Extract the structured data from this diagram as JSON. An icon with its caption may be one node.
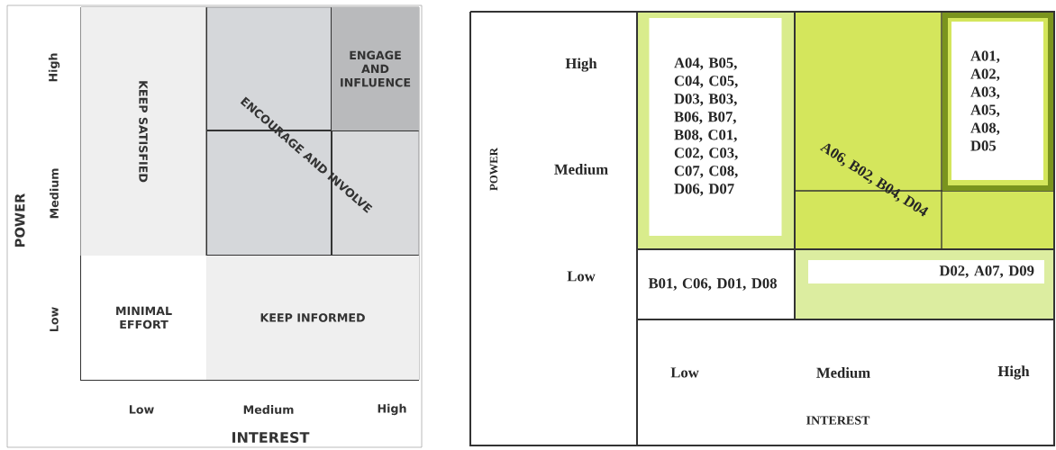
{
  "diagram": {
    "nodes": [
      {
        "text": [
          "KEEP SATISFIED"
        ]
      },
      {
        "text": [
          "ENGAGE AND INFLUENCE"
        ]
      },
      {
        "text": [
          "ENCOURAGE AND INVOLVE"
        ]
      },
      {
        "text": [
          "MINIMAL EFFORT"
        ]
      },
      {
        "text": [
          "KEEP INFORMED"
        ]
      },
      {
        "text": [
          "A04, B05, C04, C05, D03, B03, B06, B07, B08, C01, C02, C03, C07, C08, D06, D07"
        ]
      },
      {
        "text": [
          "A06, B02, B04, D04"
        ]
      },
      {
        "text": [
          "A01, A02, A03, A05, A08, D05"
        ]
      },
      {
        "text": [
          "B01, C06, D01, D08"
        ]
      },
      {
        "text": [
          "D02, A07, D09"
        ]
      }
    ],
    "labels": [
      "High",
      "POWER",
      "Medium",
      "Low",
      "Low",
      "Medium",
      "High",
      "INTEREST",
      "High",
      "POWER",
      "Medium",
      "Low",
      "Low",
      "Medium",
      "High",
      "INTEREST"
    ]
  }
}
